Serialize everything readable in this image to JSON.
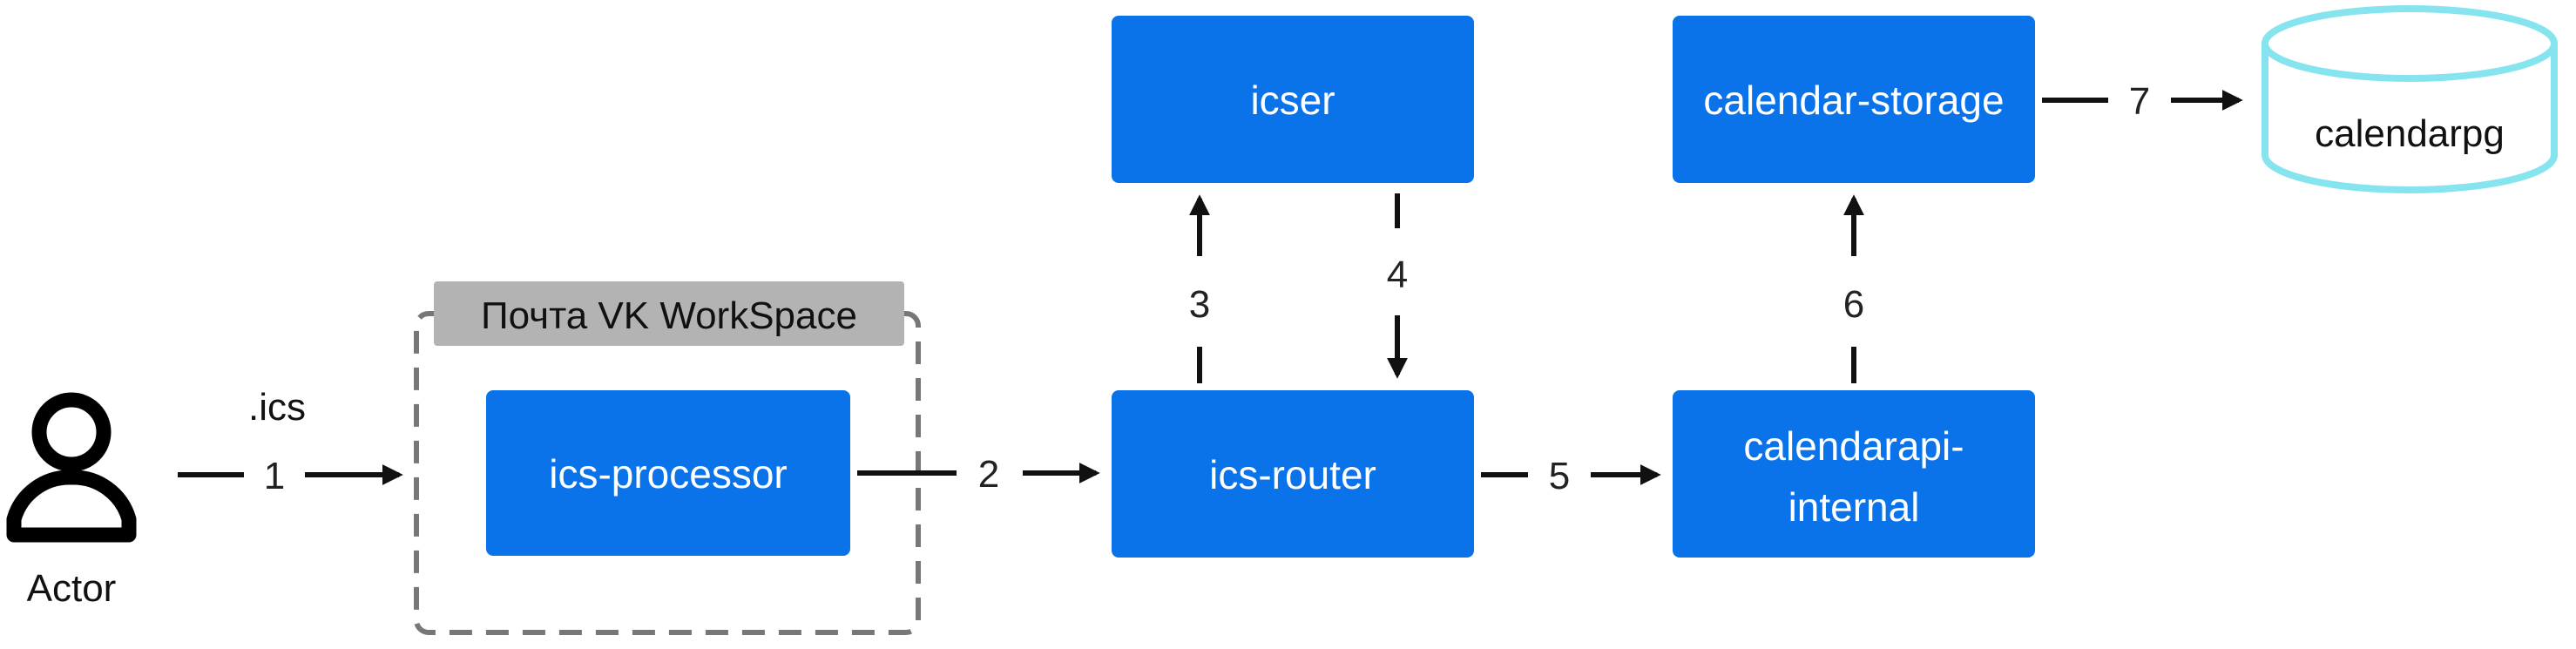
{
  "colors": {
    "node_fill": "#0a73ea",
    "node_text": "#ffffff",
    "group_border": "#777777",
    "group_label_bg": "#b3b3b3",
    "db_stroke": "#86e4ef",
    "arrow": "#111111"
  },
  "actor": {
    "label": "Actor",
    "icon": "person-icon"
  },
  "group": {
    "label": "Почта VK WorkSpace"
  },
  "nodes": {
    "ics_processor": "ics-processor",
    "ics_router": "ics-router",
    "icser": "icser",
    "calendarapi_internal_line1": "calendarapi-",
    "calendarapi_internal_line2": "internal",
    "calendar_storage": "calendar-storage"
  },
  "database": {
    "label": "calendarpg"
  },
  "edges": {
    "e1": "1",
    "e1_note": ".ics",
    "e2": "2",
    "e3": "3",
    "e4": "4",
    "e5": "5",
    "e6": "6",
    "e7": "7"
  }
}
